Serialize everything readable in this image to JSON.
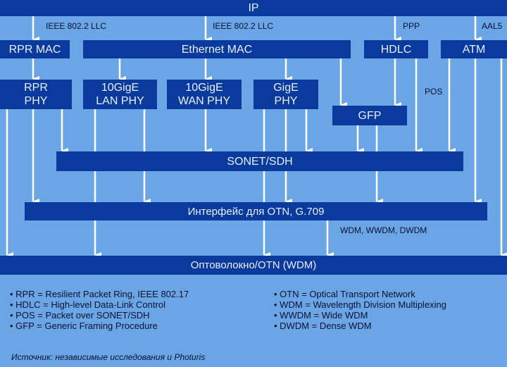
{
  "boxes": {
    "ip": "IP",
    "rpr_mac": "RPR MAC",
    "ethernet_mac": "Ethernet MAC",
    "hdlc": "HDLC",
    "atm": "ATM",
    "rpr_phy": [
      "RPR",
      "PHY"
    ],
    "lan_phy": [
      "10GigE",
      "LAN PHY"
    ],
    "wan_phy": [
      "10GigE",
      "WAN PHY"
    ],
    "gige_phy": [
      "GigE",
      "PHY"
    ],
    "gfp": "GFP",
    "sonet": "SONET/SDH",
    "otn_interface": "Интерфейс для OTN, G.709",
    "optical": "Оптоволокно/OTN (WDM)"
  },
  "labels": {
    "llc1": "IEEE 802.2 LLC",
    "llc2": "IEEE 802.2 LLC",
    "ppp": "PPP",
    "aal5": "AAL5",
    "pos": "POS",
    "wdm": "WDM, WWDM, DWDM"
  },
  "legend_left": [
    "RPR = Resilient Packet Ring, IEEE 802.17",
    "HDLC = High-level Data-Link Control",
    "POS = Packet over SONET/SDH",
    "GFP = Generic Framing Procedure"
  ],
  "legend_right": [
    "OTN = Optical Transport Network",
    "WDM = Wavelength Division Multiplexing",
    "WWDM = Wide WDM",
    "DWDM = Dense WDM"
  ],
  "source": "Источник: независимые исследования и Photuris",
  "colors": {
    "background": "#6aa6e6",
    "box": "#0a3a9e",
    "arrow": "#ffffff"
  }
}
